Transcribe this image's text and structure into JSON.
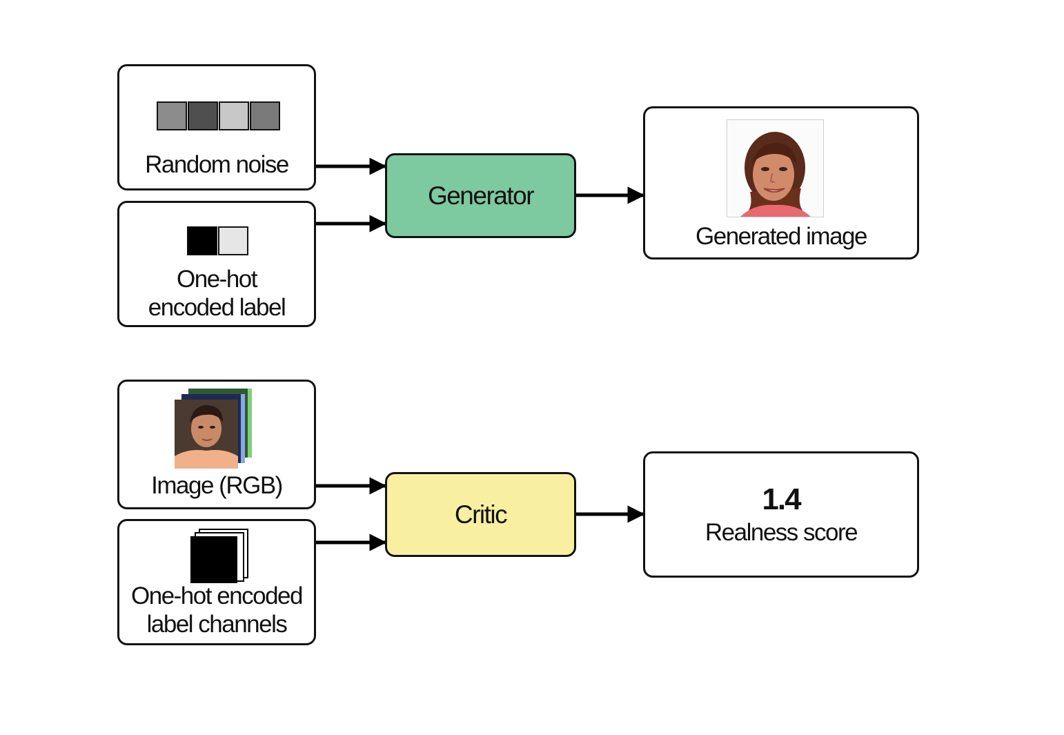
{
  "generator_section": {
    "inputs": {
      "random_noise": {
        "label": "Random noise"
      },
      "label_input": {
        "label": "One-hot encoded label"
      }
    },
    "process": {
      "label": "Generator",
      "color": "#7dc9a0"
    },
    "output": {
      "label": "Generated image"
    }
  },
  "critic_section": {
    "inputs": {
      "image_input": {
        "label": "Image (RGB)"
      },
      "label_channels": {
        "label": "One-hot encoded label channels"
      }
    },
    "process": {
      "label": "Critic",
      "color": "#f8f0a0"
    },
    "output": {
      "value": "1.4",
      "label": "Realness score"
    }
  },
  "icons": {
    "noise_cells": [
      "#8c8c8c",
      "#4f4f4f",
      "#c8c8c8",
      "#7a7a7a"
    ],
    "label_cells": [
      "#000000",
      "#e6e6e6"
    ]
  }
}
